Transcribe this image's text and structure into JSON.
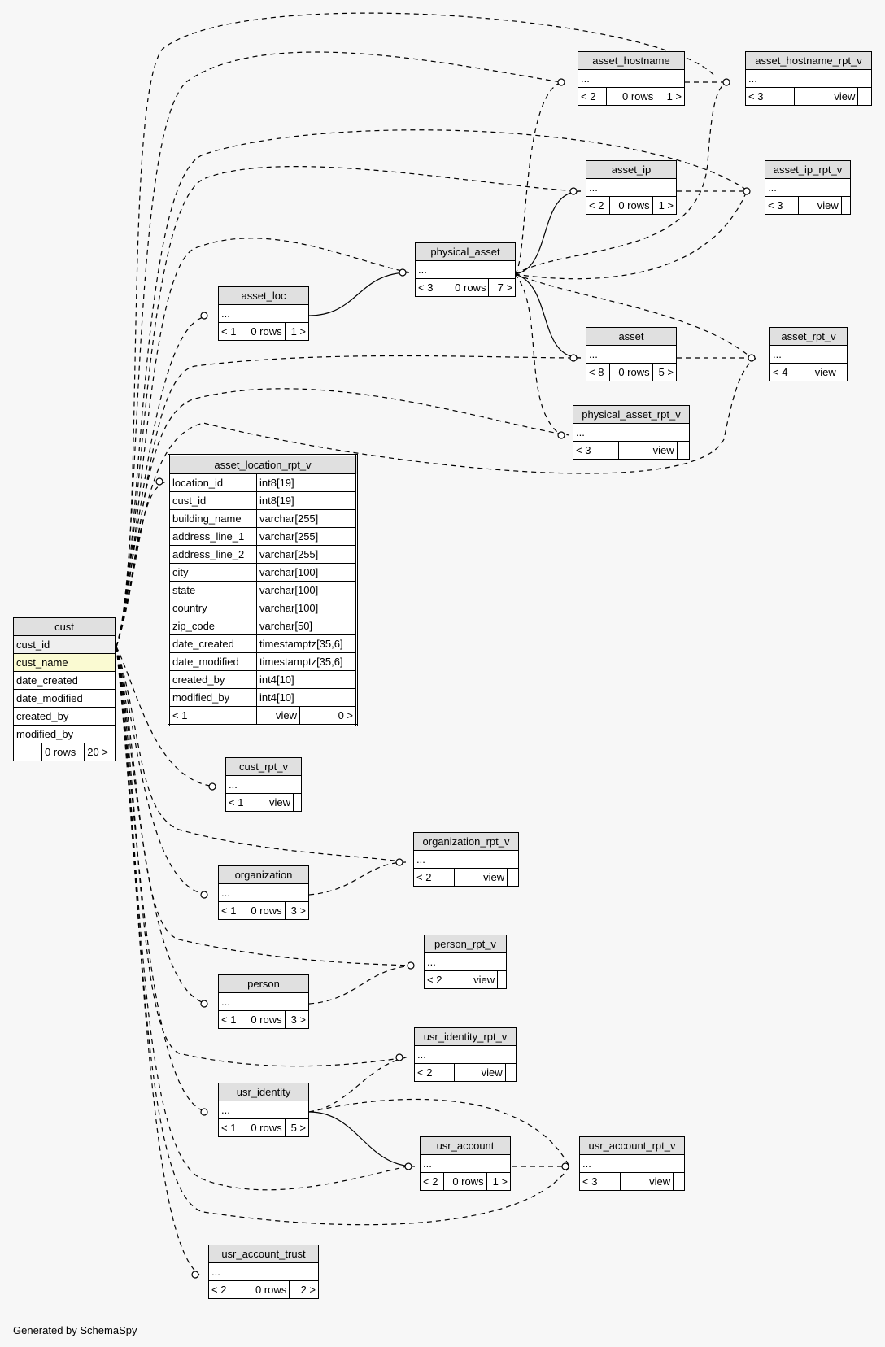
{
  "footer": "Generated by SchemaSpy",
  "colors": {
    "background": "#f7f7f7",
    "header": "#e0e0e0",
    "primary_key": "#efefef",
    "highlight": "#fafad2"
  },
  "tables": {
    "cust": {
      "name": "cust",
      "columns": [
        "cust_id",
        "cust_name",
        "date_created",
        "date_modified",
        "created_by",
        "modified_by"
      ],
      "parents": "",
      "rows": "0 rows",
      "children": "20 >"
    },
    "asset_location_rpt_v": {
      "name": "asset_location_rpt_v",
      "columns": [
        {
          "name": "location_id",
          "type": "int8[19]"
        },
        {
          "name": "cust_id",
          "type": "int8[19]"
        },
        {
          "name": "building_name",
          "type": "varchar[255]"
        },
        {
          "name": "address_line_1",
          "type": "varchar[255]"
        },
        {
          "name": "address_line_2",
          "type": "varchar[255]"
        },
        {
          "name": "city",
          "type": "varchar[100]"
        },
        {
          "name": "state",
          "type": "varchar[100]"
        },
        {
          "name": "country",
          "type": "varchar[100]"
        },
        {
          "name": "zip_code",
          "type": "varchar[50]"
        },
        {
          "name": "date_created",
          "type": "timestamptz[35,6]"
        },
        {
          "name": "date_modified",
          "type": "timestamptz[35,6]"
        },
        {
          "name": "created_by",
          "type": "int4[10]"
        },
        {
          "name": "modified_by",
          "type": "int4[10]"
        }
      ],
      "parents": "< 1",
      "rows": "view",
      "children": "0 >"
    },
    "asset_hostname": {
      "name": "asset_hostname",
      "dots": "...",
      "parents": "< 2",
      "rows": "0 rows",
      "children": "1 >"
    },
    "asset_hostname_rpt_v": {
      "name": "asset_hostname_rpt_v",
      "dots": "...",
      "parents": "< 3",
      "rows": "view",
      "children": ""
    },
    "asset_ip": {
      "name": "asset_ip",
      "dots": "...",
      "parents": "< 2",
      "rows": "0 rows",
      "children": "1 >"
    },
    "asset_ip_rpt_v": {
      "name": "asset_ip_rpt_v",
      "dots": "...",
      "parents": "< 3",
      "rows": "view",
      "children": ""
    },
    "physical_asset": {
      "name": "physical_asset",
      "dots": "...",
      "parents": "< 3",
      "rows": "0 rows",
      "children": "7 >"
    },
    "asset_loc": {
      "name": "asset_loc",
      "dots": "...",
      "parents": "< 1",
      "rows": "0 rows",
      "children": "1 >"
    },
    "asset": {
      "name": "asset",
      "dots": "...",
      "parents": "< 8",
      "rows": "0 rows",
      "children": "5 >"
    },
    "asset_rpt_v": {
      "name": "asset_rpt_v",
      "dots": "...",
      "parents": "< 4",
      "rows": "view",
      "children": ""
    },
    "physical_asset_rpt_v": {
      "name": "physical_asset_rpt_v",
      "dots": "...",
      "parents": "< 3",
      "rows": "view",
      "children": ""
    },
    "cust_rpt_v": {
      "name": "cust_rpt_v",
      "dots": "...",
      "parents": "< 1",
      "rows": "view",
      "children": ""
    },
    "organization_rpt_v": {
      "name": "organization_rpt_v",
      "dots": "...",
      "parents": "< 2",
      "rows": "view",
      "children": ""
    },
    "organization": {
      "name": "organization",
      "dots": "...",
      "parents": "< 1",
      "rows": "0 rows",
      "children": "3 >"
    },
    "person_rpt_v": {
      "name": "person_rpt_v",
      "dots": "...",
      "parents": "< 2",
      "rows": "view",
      "children": ""
    },
    "person": {
      "name": "person",
      "dots": "...",
      "parents": "< 1",
      "rows": "0 rows",
      "children": "3 >"
    },
    "usr_identity_rpt_v": {
      "name": "usr_identity_rpt_v",
      "dots": "...",
      "parents": "< 2",
      "rows": "view",
      "children": ""
    },
    "usr_identity": {
      "name": "usr_identity",
      "dots": "...",
      "parents": "< 1",
      "rows": "0 rows",
      "children": "5 >"
    },
    "usr_account": {
      "name": "usr_account",
      "dots": "...",
      "parents": "< 2",
      "rows": "0 rows",
      "children": "1 >"
    },
    "usr_account_rpt_v": {
      "name": "usr_account_rpt_v",
      "dots": "...",
      "parents": "< 3",
      "rows": "view",
      "children": ""
    },
    "usr_account_trust": {
      "name": "usr_account_trust",
      "dots": "...",
      "parents": "< 2",
      "rows": "0 rows",
      "children": "2 >"
    }
  }
}
